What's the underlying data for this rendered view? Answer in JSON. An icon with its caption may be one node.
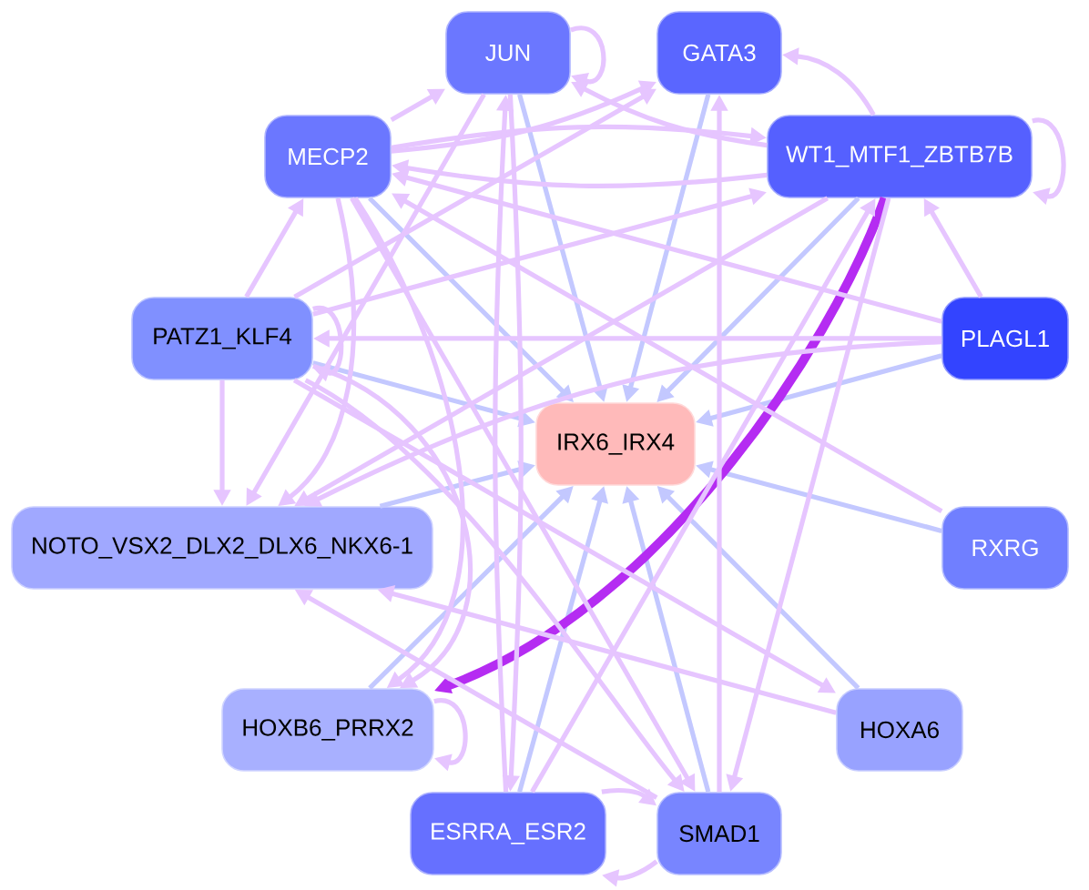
{
  "diagram": {
    "nodes": [
      {
        "text": [
          "JUN"
        ]
      },
      {
        "text": [
          "GATA3"
        ]
      },
      {
        "text": [
          "MECP2"
        ]
      },
      {
        "text": [
          "WT1_MTF1_ZBTB7B"
        ]
      },
      {
        "text": [
          "PATZ1_KLF4"
        ]
      },
      {
        "text": [
          "PLAGL1"
        ]
      },
      {
        "text": [
          "IRX6_IRX4"
        ]
      },
      {
        "text": [
          "NOTO_VSX2_DLX2_DLX6_NKX6-1"
        ]
      },
      {
        "text": [
          "RXRG"
        ]
      },
      {
        "text": [
          "HOXB6_PRRX2"
        ]
      },
      {
        "text": [
          "HOXA6"
        ]
      },
      {
        "text": [
          "ESRRA_ESR2"
        ]
      },
      {
        "text": [
          "SMAD1"
        ]
      }
    ],
    "edges": [
      {
        "from": 0,
        "to": 6,
        "arrow": "to",
        "color": "#c3c8ff"
      },
      {
        "from": 1,
        "to": 6,
        "arrow": "to",
        "color": "#c3c8ff"
      },
      {
        "from": 2,
        "to": 6,
        "arrow": "to",
        "color": "#c3c8ff"
      },
      {
        "from": 3,
        "to": 6,
        "arrow": "to",
        "color": "#c3c8ff"
      },
      {
        "from": 4,
        "to": 6,
        "arrow": "to",
        "color": "#c3c8ff"
      },
      {
        "from": 5,
        "to": 6,
        "arrow": "to",
        "color": "#c3c8ff"
      },
      {
        "from": 7,
        "to": 6,
        "arrow": "to",
        "color": "#c3c8ff"
      },
      {
        "from": 8,
        "to": 6,
        "arrow": "to",
        "color": "#c3c8ff"
      },
      {
        "from": 9,
        "to": 6,
        "arrow": "to",
        "color": "#c3c8ff"
      },
      {
        "from": 10,
        "to": 6,
        "arrow": "to",
        "color": "#c3c8ff"
      },
      {
        "from": 11,
        "to": 6,
        "arrow": "to",
        "color": "#c3c8ff"
      },
      {
        "from": 12,
        "to": 6,
        "arrow": "to",
        "color": "#c3c8ff"
      },
      {
        "from": 3,
        "to": 9,
        "arrow": "to",
        "style": "thick",
        "color": "#b52cf2"
      },
      {
        "from": 0,
        "to": 0,
        "arrow": "to"
      },
      {
        "from": 3,
        "to": 3,
        "arrow": "to"
      },
      {
        "from": 4,
        "to": 4,
        "arrow": "to"
      },
      {
        "from": 9,
        "to": 9,
        "arrow": "to"
      },
      {
        "from": 2,
        "to": 0,
        "arrow": "to"
      },
      {
        "from": 4,
        "to": 2,
        "arrow": "to"
      },
      {
        "from": 4,
        "to": 7,
        "arrow": "to"
      },
      {
        "from": 5,
        "to": 3,
        "arrow": "to"
      },
      {
        "from": 3,
        "to": 1,
        "arrow": "to"
      },
      {
        "from": 2,
        "to": 3,
        "arrow": "to"
      },
      {
        "from": 3,
        "to": 2,
        "arrow": "to"
      },
      {
        "from": 4,
        "to": 3,
        "arrow": "to"
      },
      {
        "from": 5,
        "to": 2,
        "arrow": "to"
      },
      {
        "from": 2,
        "to": 1,
        "arrow": "to"
      },
      {
        "from": 4,
        "to": 1,
        "arrow": "to"
      },
      {
        "from": 3,
        "to": 0,
        "arrow": "to"
      },
      {
        "from": 5,
        "to": 4,
        "arrow": "to"
      },
      {
        "from": 2,
        "to": 7,
        "arrow": "to"
      },
      {
        "from": 3,
        "to": 7,
        "arrow": "to"
      },
      {
        "from": 5,
        "to": 7,
        "arrow": "to"
      },
      {
        "from": 0,
        "to": 7,
        "arrow": "to"
      },
      {
        "from": 12,
        "to": 7,
        "arrow": "to"
      },
      {
        "from": 10,
        "to": 7,
        "arrow": "to"
      },
      {
        "from": 2,
        "to": 9,
        "arrow": "to"
      },
      {
        "from": 4,
        "to": 9,
        "arrow": "to"
      },
      {
        "from": 4,
        "to": 10,
        "arrow": "to"
      },
      {
        "from": 2,
        "to": 12,
        "arrow": "to"
      },
      {
        "from": 4,
        "to": 12,
        "arrow": "to"
      },
      {
        "from": 3,
        "to": 12,
        "arrow": "to"
      },
      {
        "from": 12,
        "to": 1,
        "arrow": "to"
      },
      {
        "from": 0,
        "to": 11,
        "arrow": "to"
      },
      {
        "from": 11,
        "to": 0,
        "arrow": "to"
      },
      {
        "from": 11,
        "to": 3,
        "arrow": "to"
      },
      {
        "from": 11,
        "to": 12,
        "arrow": "to"
      },
      {
        "from": 12,
        "to": 11,
        "arrow": "to"
      },
      {
        "from": 8,
        "to": 2,
        "arrow": "to"
      }
    ]
  }
}
